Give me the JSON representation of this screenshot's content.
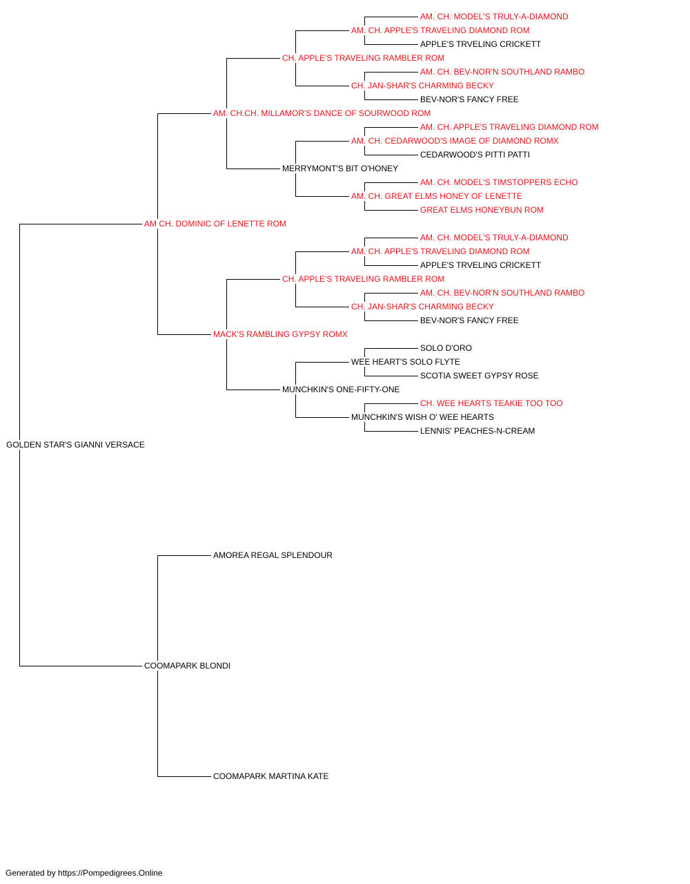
{
  "colors": {
    "champion": "#e8131b",
    "normal": "#000000",
    "line": "#000000"
  },
  "pedigree": {
    "name": "GOLDEN STAR'S GIANNI VERSACE",
    "ch": false,
    "sire": {
      "name": "AM CH. DOMINIC OF LENETTE ROM",
      "ch": true,
      "sire": {
        "name": "AM. CH.CH. MILLAMOR'S DANCE OF SOURWOOD ROM",
        "ch": true,
        "sire": {
          "name": "CH. APPLE'S TRAVELING RAMBLER ROM",
          "ch": true,
          "sire": {
            "name": "AM. CH. APPLE'S TRAVELING DIAMOND ROM",
            "ch": true,
            "sire": {
              "name": "AM. CH. MODEL'S TRULY-A-DIAMOND",
              "ch": true
            },
            "dam": {
              "name": "APPLE'S TRVELING CRICKETT",
              "ch": false
            }
          },
          "dam": {
            "name": "CH. JAN-SHAR'S CHARMING BECKY",
            "ch": true,
            "sire": {
              "name": "AM. CH. BEV-NOR'N SOUTHLAND RAMBO",
              "ch": true
            },
            "dam": {
              "name": "BEV-NOR'S FANCY FREE",
              "ch": false
            }
          }
        },
        "dam": {
          "name": "MERRYMONT'S BIT O'HONEY",
          "ch": false,
          "sire": {
            "name": "AM. CH. CEDARWOOD'S IMAGE OF DIAMOND ROMX",
            "ch": true,
            "sire": {
              "name": "AM. CH. APPLE'S TRAVELING DIAMOND ROM",
              "ch": true
            },
            "dam": {
              "name": "CEDARWOOD'S PITTI PATTI",
              "ch": false
            }
          },
          "dam": {
            "name": "AM. CH. GREAT ELMS HONEY OF LENETTE",
            "ch": true,
            "sire": {
              "name": "AM. CH. MODEL'S TIMSTOPPERS ECHO",
              "ch": true
            },
            "dam": {
              "name": "GREAT ELMS HONEYBUN ROM",
              "ch": true
            }
          }
        }
      },
      "dam": {
        "name": "MACK'S RAMBLING GYPSY ROMX",
        "ch": true,
        "sire": {
          "name": "CH. APPLE'S TRAVELING RAMBLER ROM",
          "ch": true,
          "sire": {
            "name": "AM. CH. APPLE'S TRAVELING DIAMOND ROM",
            "ch": true,
            "sire": {
              "name": "AM. CH. MODEL'S TRULY-A-DIAMOND",
              "ch": true
            },
            "dam": {
              "name": "APPLE'S TRVELING CRICKETT",
              "ch": false
            }
          },
          "dam": {
            "name": "CH. JAN-SHAR'S CHARMING BECKY",
            "ch": true,
            "sire": {
              "name": "AM. CH. BEV-NOR'N SOUTHLAND RAMBO",
              "ch": true
            },
            "dam": {
              "name": "BEV-NOR'S FANCY FREE",
              "ch": false
            }
          }
        },
        "dam": {
          "name": "MUNCHKIN'S ONE-FIFTY-ONE",
          "ch": false,
          "sire": {
            "name": "WEE HEART'S SOLO FLYTE",
            "ch": false,
            "sire": {
              "name": "SOLO D'ORO",
              "ch": false
            },
            "dam": {
              "name": "SCOTIA SWEET GYPSY ROSE",
              "ch": false
            }
          },
          "dam": {
            "name": "MUNCHKIN'S WISH O' WEE HEARTS",
            "ch": false,
            "sire": {
              "name": "CH. WEE HEARTS TEAKIE TOO TOO",
              "ch": true
            },
            "dam": {
              "name": "LENNIS' PEACHES-N-CREAM",
              "ch": false
            }
          }
        }
      }
    },
    "dam": {
      "name": "COOMAPARK BLONDI",
      "ch": false,
      "sire": {
        "name": "AMOREA REGAL SPLENDOUR",
        "ch": false
      },
      "dam": {
        "name": "COOMAPARK MARTINA KATE",
        "ch": false
      }
    }
  },
  "footer": "Generated by https://Pompedigrees.Online"
}
